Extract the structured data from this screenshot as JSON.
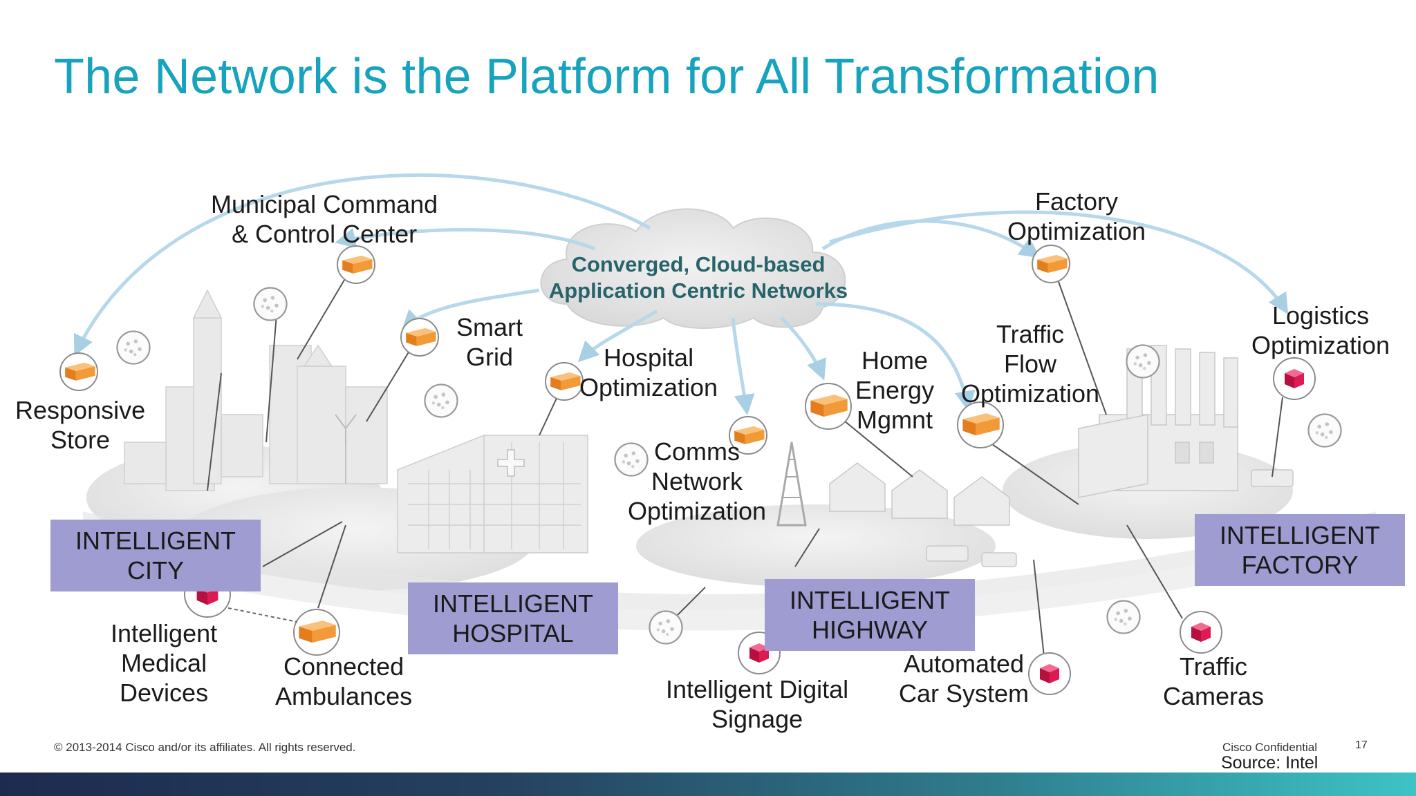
{
  "title": "The Network is the Platform for All Transformation",
  "cloud": {
    "line1": "Converged, Cloud-based",
    "line2": "Application Centric Networks"
  },
  "labels": {
    "municipal": [
      "Municipal Command",
      "& Control Center"
    ],
    "smart_grid": [
      "Smart",
      "Grid"
    ],
    "responsive_store": [
      "Responsive",
      "Store"
    ],
    "hospital_opt": [
      "Hospital",
      "Optimization"
    ],
    "comms": [
      "Comms",
      "Network",
      "Optimization"
    ],
    "home_energy": [
      "Home",
      "Energy",
      "Mgmnt"
    ],
    "traffic_flow": [
      "Traffic",
      "Flow",
      "Optimization"
    ],
    "factory_opt": [
      "Factory",
      "Optimization"
    ],
    "logistics": [
      "Logistics",
      "Optimization"
    ],
    "medical": [
      "Intelligent",
      "Medical",
      "Devices"
    ],
    "ambulances": [
      "Connected",
      "Ambulances"
    ],
    "signage": [
      "Intelligent Digital",
      "Signage"
    ],
    "car_system": [
      "Automated",
      "Car System"
    ],
    "traffic_cameras": [
      "Traffic",
      "Cameras"
    ]
  },
  "zones": {
    "city": [
      "INTELLIGENT",
      "CITY"
    ],
    "hospital": [
      "INTELLIGENT",
      "HOSPITAL"
    ],
    "highway": [
      "INTELLIGENT",
      "HIGHWAY"
    ],
    "factory": [
      "INTELLIGENT",
      "FACTORY"
    ]
  },
  "footer": {
    "copyright": "© 2013-2014  Cisco and/or its affiliates. All rights reserved.",
    "confidential": "Cisco Confidential",
    "page": "17",
    "source": "Source: Intel"
  },
  "colors": {
    "title": "#17a3bd",
    "zone_box": "#9e9cd0",
    "cloud_text": "#27636a",
    "gateway_orange": "#f5a040",
    "device_red": "#d8154f",
    "arrow_blue": "#b9d8ea"
  }
}
